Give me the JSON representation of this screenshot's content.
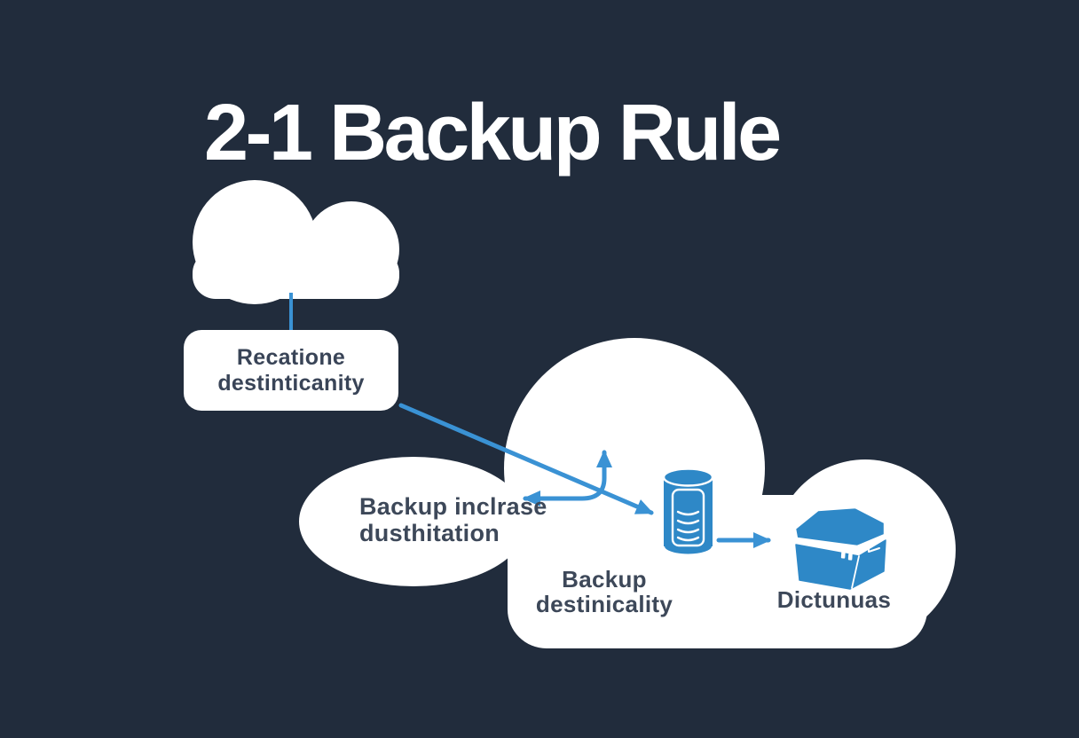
{
  "title": "2-1 Backup Rule",
  "colors": {
    "background": "#212c3c",
    "cloud_white": "#ffffff",
    "arrow_blue": "#3a92d4",
    "icon_blue": "#2e88c7",
    "label_text": "#3d4859",
    "box_text": "#394457"
  },
  "source_box": {
    "line1": "Recatione",
    "line2": "destinticanity"
  },
  "labels": {
    "backup_increase": {
      "line1": "Backup inclrase",
      "line2": "dusthitation"
    },
    "backup_destination": {
      "line1": "Backup",
      "line2": "destinicality"
    },
    "device": "Dictunuas"
  },
  "icons": {
    "top_left": "cloud-icon",
    "main": "cloud-icon",
    "database": "database-icon",
    "storage_box": "storage-box-icon"
  }
}
